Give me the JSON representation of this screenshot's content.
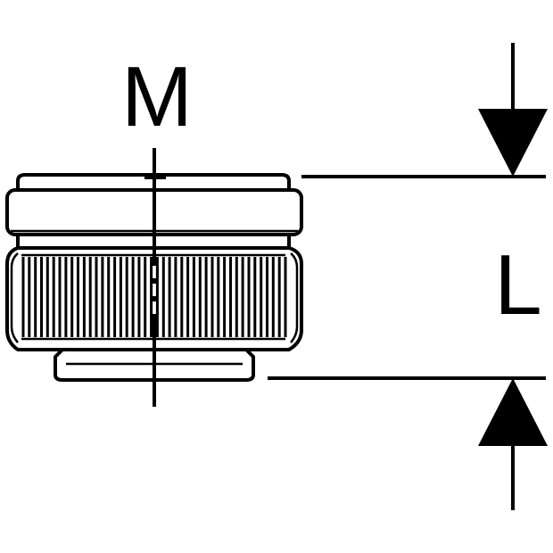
{
  "labels": {
    "diameter": "M",
    "length": "L"
  },
  "colors": {
    "stroke": "#000000",
    "background": "#ffffff"
  },
  "knurl_ridge_count": 44
}
